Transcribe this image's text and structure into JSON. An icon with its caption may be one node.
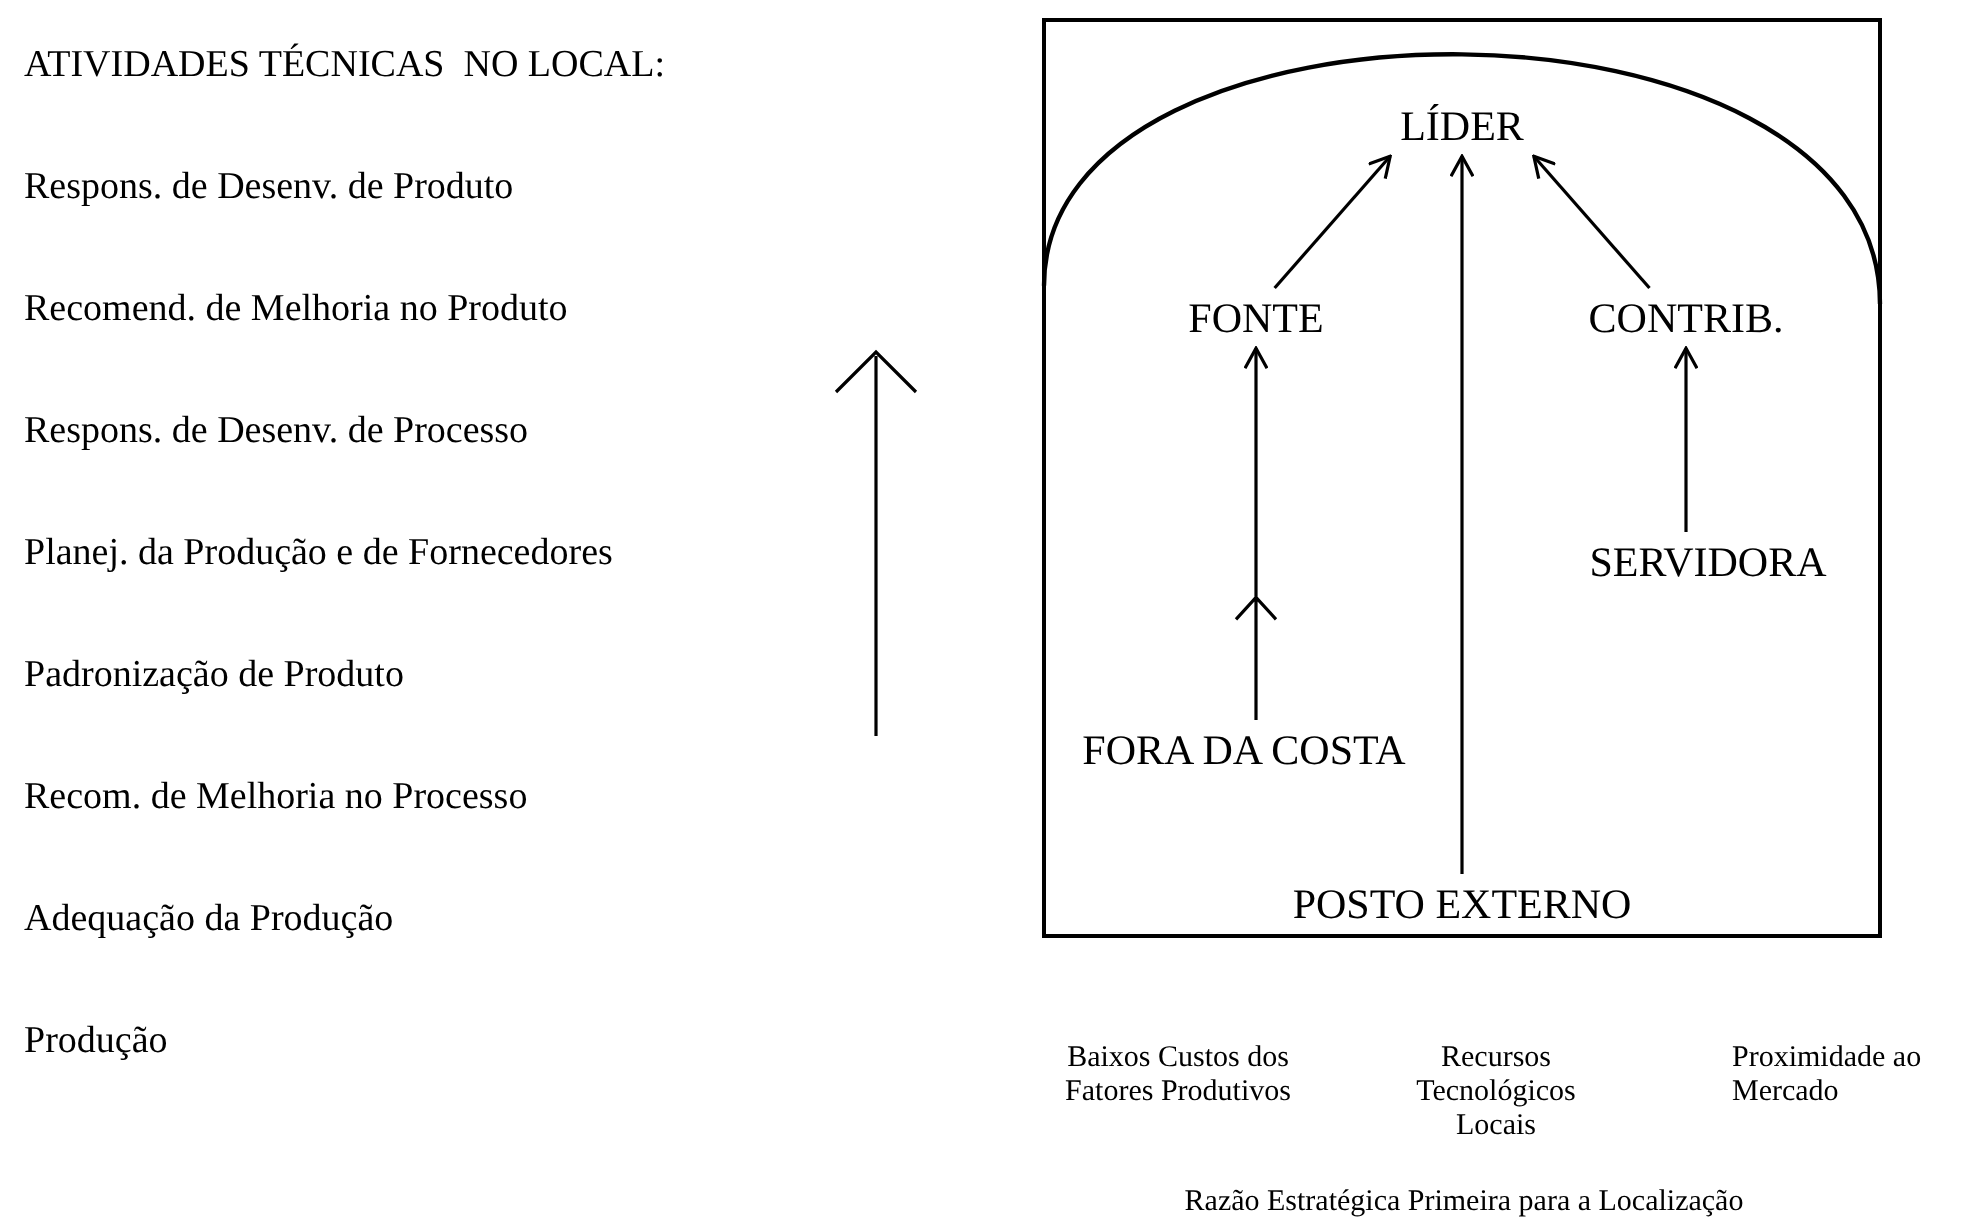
{
  "diagram": {
    "nodes": [
      {
        "text": [],
        "shape": "arch"
      },
      {
        "text": [
          "LÍDER"
        ],
        "in": 0
      },
      {
        "text": [
          "FONTE"
        ],
        "in": 0
      },
      {
        "text": [
          "CONTRIB."
        ],
        "in": 0
      },
      {
        "text": [
          "SERVIDORA"
        ],
        "in": 0
      },
      {
        "text": [
          "FORA DA COSTA"
        ],
        "in": 0
      },
      {
        "text": [
          "POSTO EXTERNO"
        ],
        "in": 0
      }
    ],
    "edges": [
      {
        "from": 2,
        "to": 1,
        "arrow": "to"
      },
      {
        "from": 6,
        "to": 1,
        "arrow": "to"
      },
      {
        "from": 3,
        "to": 1,
        "arrow": "to"
      },
      {
        "from": 4,
        "to": 3,
        "arrow": "to"
      },
      {
        "from": 5,
        "to": 2,
        "arrow": "to"
      }
    ],
    "labels": [
      "ATIVIDADES TÉCNICAS  NO LOCAL:",
      "Respons. de Desenv. de Produto",
      "Recomend. de Melhoria no Produto",
      "Respons. de Desenv. de Processo",
      "Planej. da Produção e de Fornecedores",
      "Padronização de Produto",
      "Recom. de Melhoria no Processo",
      "Adequação da Produção",
      "Produção",
      "Baixos Custos dos Fatores Produtivos",
      "Recursos Tecnológicos Locais",
      "Proximidade ao Mercado",
      "Razão Estratégica Primeira para a Localização"
    ]
  }
}
